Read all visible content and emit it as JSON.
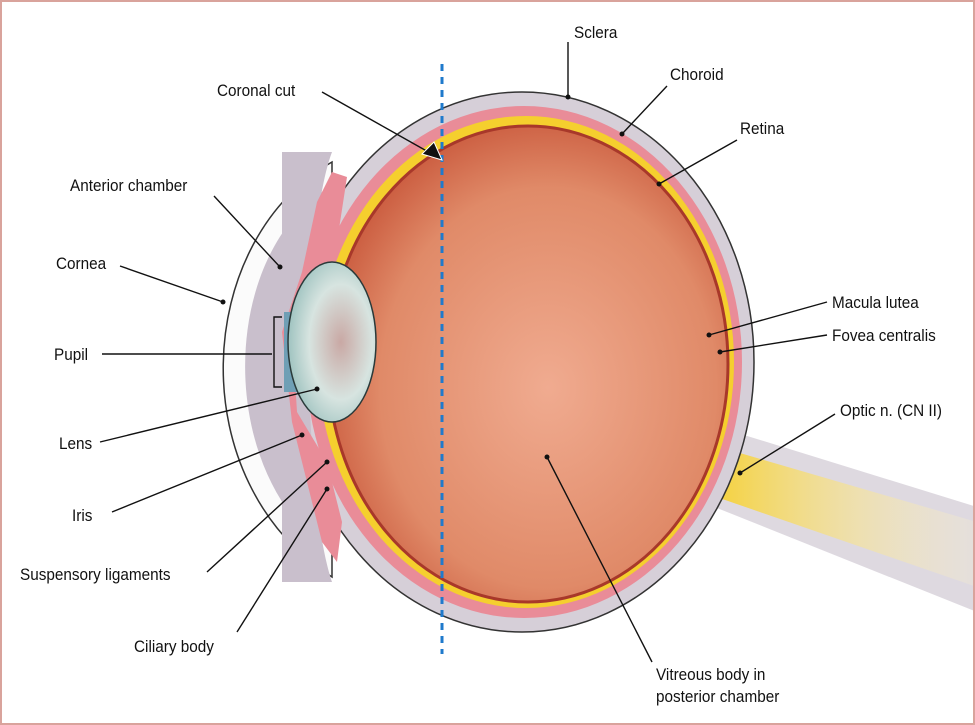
{
  "labels": {
    "sclera": "Sclera",
    "choroid": "Choroid",
    "retina": "Retina",
    "coronal_cut": "Coronal cut",
    "anterior_chamber": "Anterior chamber",
    "cornea": "Cornea",
    "pupil": "Pupil",
    "lens": "Lens",
    "iris": "Iris",
    "suspensory_ligaments": "Suspensory ligaments",
    "ciliary_body": "Ciliary body",
    "macula_lutea": "Macula lutea",
    "fovea_centralis": "Fovea centralis",
    "optic_nerve": "Optic n. (CN II)",
    "vitreous_line1": "Vitreous body in",
    "vitreous_line2": "posterior chamber"
  },
  "colors": {
    "frame": "#d9a39c",
    "sclera": "#d6cfd8",
    "choroid": "#e98c98",
    "retina": "#f5cf2e",
    "vitreous": "#e28d6d",
    "lens": "#d2e3df",
    "cut_line": "#1f7acc"
  }
}
